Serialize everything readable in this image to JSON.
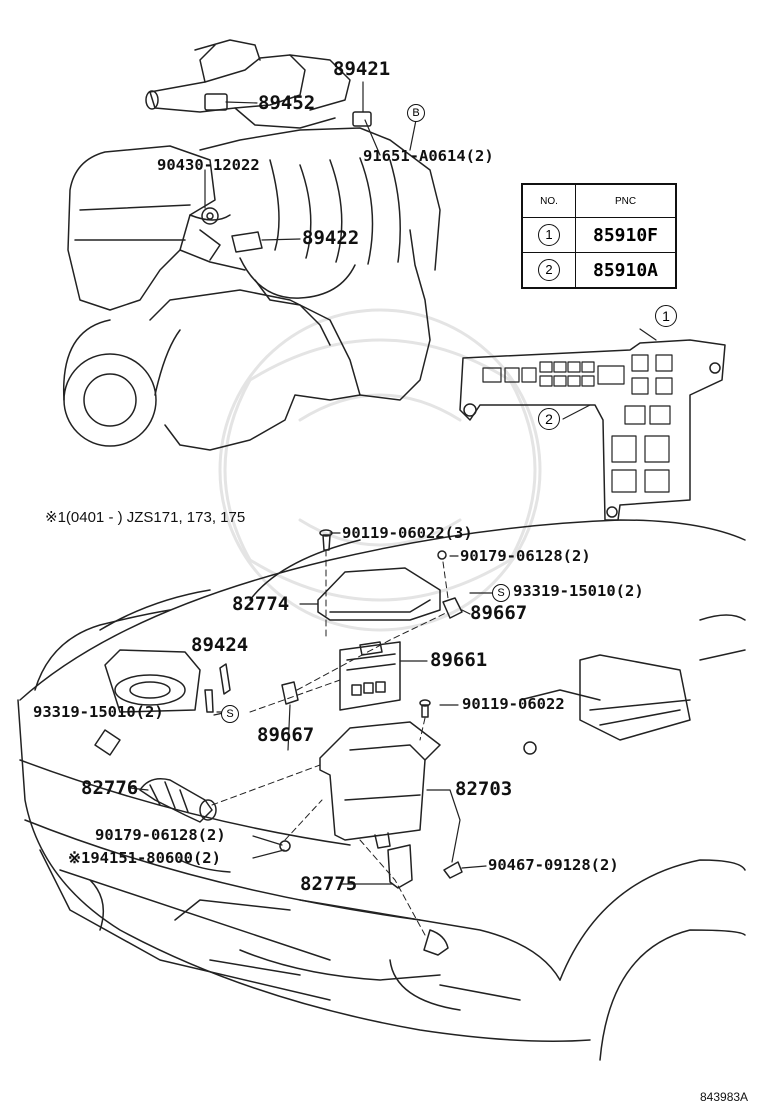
{
  "callouts": {
    "p89421": "89421",
    "p89452": "89452",
    "p91651": "91651-A0614(2)",
    "p90430": "90430-12022",
    "p89422": "89422",
    "p90119a": "90119-06022(3)",
    "p90179a": "90179-06128(2)",
    "p93319a": "93319-15010(2)",
    "p82774": "82774",
    "p89667a": "89667",
    "p89424": "89424",
    "p89661": "89661",
    "p93319b": "93319-15010(2)",
    "p89667b": "89667",
    "p90119b": "90119-06022",
    "p82776": "82776",
    "p82703": "82703",
    "p90179b": "90179-06128(2)",
    "p194151": "※194151-80600(2)",
    "p90467": "90467-09128(2)",
    "p82775": "82775"
  },
  "note": "※1(0401 -         ) JZS171, 173, 175",
  "symbols": {
    "s_upper": "S",
    "s_lower": "S",
    "b": "B",
    "c1": "1",
    "c2": "2"
  },
  "table": {
    "header_no": "NO.",
    "header_pnc": "PNC",
    "rows": [
      {
        "no": "1",
        "pnc": "85910F"
      },
      {
        "no": "2",
        "pnc": "85910A"
      }
    ]
  },
  "figure_code": "843983A"
}
